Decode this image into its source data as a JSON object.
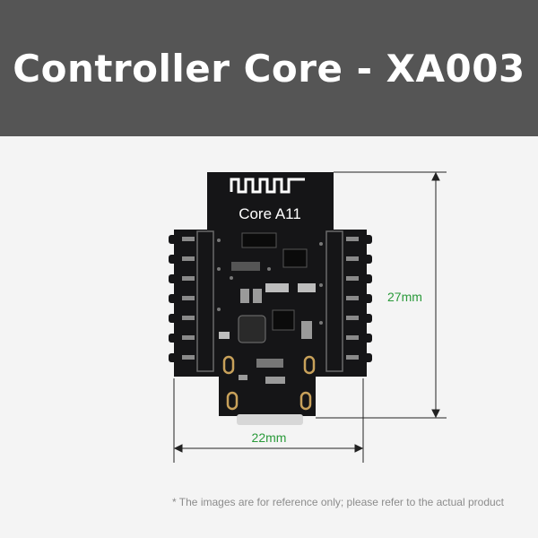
{
  "header": {
    "title": "Controller Core - XA003"
  },
  "board": {
    "logo_label": "Core A11",
    "name": "Controller Core"
  },
  "dimensions": {
    "height_label": "27mm",
    "width_label": "22mm",
    "color": "#2a9a3a"
  },
  "footnote": {
    "text": "* The images are for reference only; please refer to the actual product"
  },
  "colors": {
    "header_bg": "#555555",
    "page_bg": "#f4f4f4",
    "pcb": "#151517",
    "pads": "#9a9a9a"
  }
}
